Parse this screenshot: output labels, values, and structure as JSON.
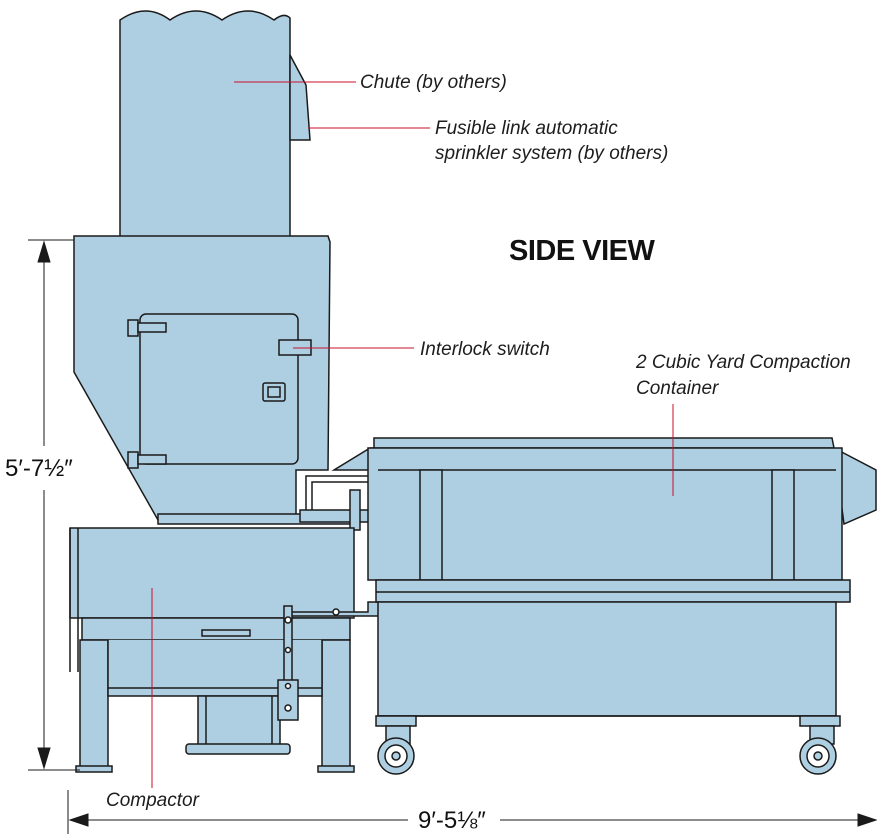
{
  "diagram": {
    "title": "SIDE VIEW",
    "labels": {
      "chute": "Chute (by others)",
      "sprinkler_line1": "Fusible link automatic",
      "sprinkler_line2": "sprinkler system (by others)",
      "interlock": "Interlock switch",
      "container_line1": "2 Cubic Yard Compaction",
      "container_line2": "Container",
      "compactor": "Compactor"
    },
    "dimensions": {
      "height": "5′-7½″",
      "width": "9′-5⅛″"
    },
    "colors": {
      "fill": "#aecfe2",
      "outline": "#1a1a1a",
      "leader": "#c8102e",
      "text": "#1d1d1d"
    }
  }
}
